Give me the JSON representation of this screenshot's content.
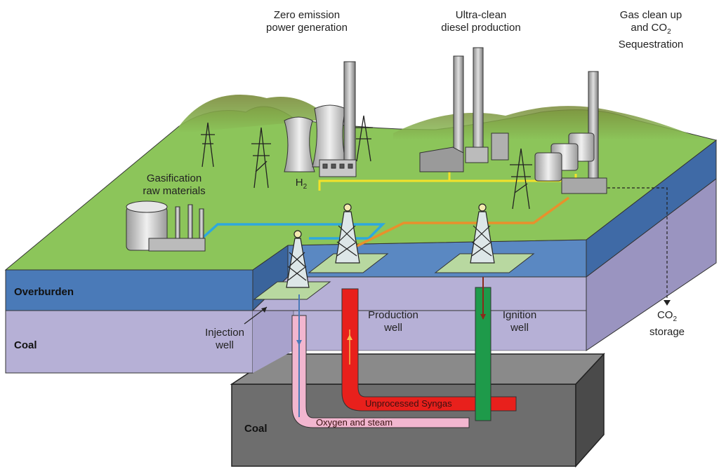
{
  "labels": {
    "zero_emission": [
      "Zero emission",
      "power generation"
    ],
    "ultra_clean": [
      "Ultra-clean",
      "diesel production"
    ],
    "gas_clean_l1": "Gas clean up",
    "gas_clean_l2_pre": "and CO",
    "gas_clean_l2_sub": "2",
    "gas_clean_l3": "Sequestration",
    "gasification": [
      "Gasification",
      "raw materials"
    ],
    "h2_main": "H",
    "h2_sub": "2",
    "overburden": "Overburden",
    "coal_layer": "Coal",
    "coal_block": "Coal",
    "injection": [
      "Injection",
      "well"
    ],
    "production": [
      "Production",
      "well"
    ],
    "ignition": [
      "Ignition",
      "well"
    ],
    "co2_pre": "CO",
    "co2_sub": "2",
    "co2_storage": "storage",
    "syngas": "Unprocessed Syngas",
    "oxygen": "Oxygen and steam"
  },
  "colors": {
    "surface_green": "#8cc55a",
    "overburden_blue": "#4a7ab8",
    "coal_purple": "#b6b0d6",
    "coal_block": "#6b6b6b",
    "syngas_red": "#e8201c",
    "oxygen_pink": "#f2b6cf",
    "ignition_green": "#1e9a4a",
    "h2_line": "#f3e22a",
    "gas_line": "#e8902c",
    "blue_line": "#2ea8dd"
  }
}
